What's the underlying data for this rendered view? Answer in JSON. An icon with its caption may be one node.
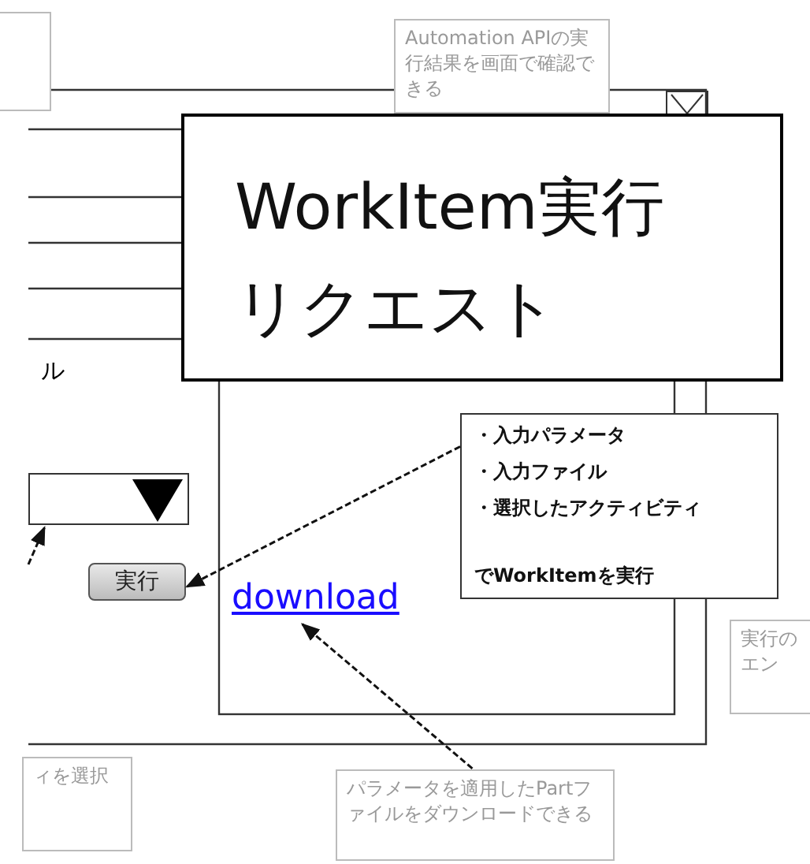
{
  "diagram": {
    "nodes": [
      {
        "text": [
          "Automation APIの実行結果を画面で確認できる"
        ]
      },
      {
        "text": [
          "WorkItem実行",
          "リクエスト"
        ]
      },
      {
        "text": [],
        "shape": "box"
      },
      {
        "text": [
          "実行"
        ]
      },
      {
        "text": [
          "download"
        ]
      },
      {
        "text": [
          "・入力パラメータ",
          "・入力ファイル",
          "・選択したアクティビティ",
          "でWorkItemを実行"
        ]
      },
      {
        "text": [
          "実行のエン"
        ]
      },
      {
        "text": [
          "ィを選択"
        ]
      },
      {
        "text": [
          "パラメータを適用したPartファイルをダウンロードできる"
        ]
      }
    ],
    "edges": [
      {
        "from": 5,
        "to": 3,
        "arrow": "to",
        "style": "dashed"
      },
      {
        "from": 8,
        "to": 4,
        "arrow": "to",
        "style": "dashed"
      },
      {
        "from": null,
        "to": 2,
        "arrow": "to",
        "style": "dashed"
      }
    ],
    "labels": [
      "ル"
    ]
  }
}
